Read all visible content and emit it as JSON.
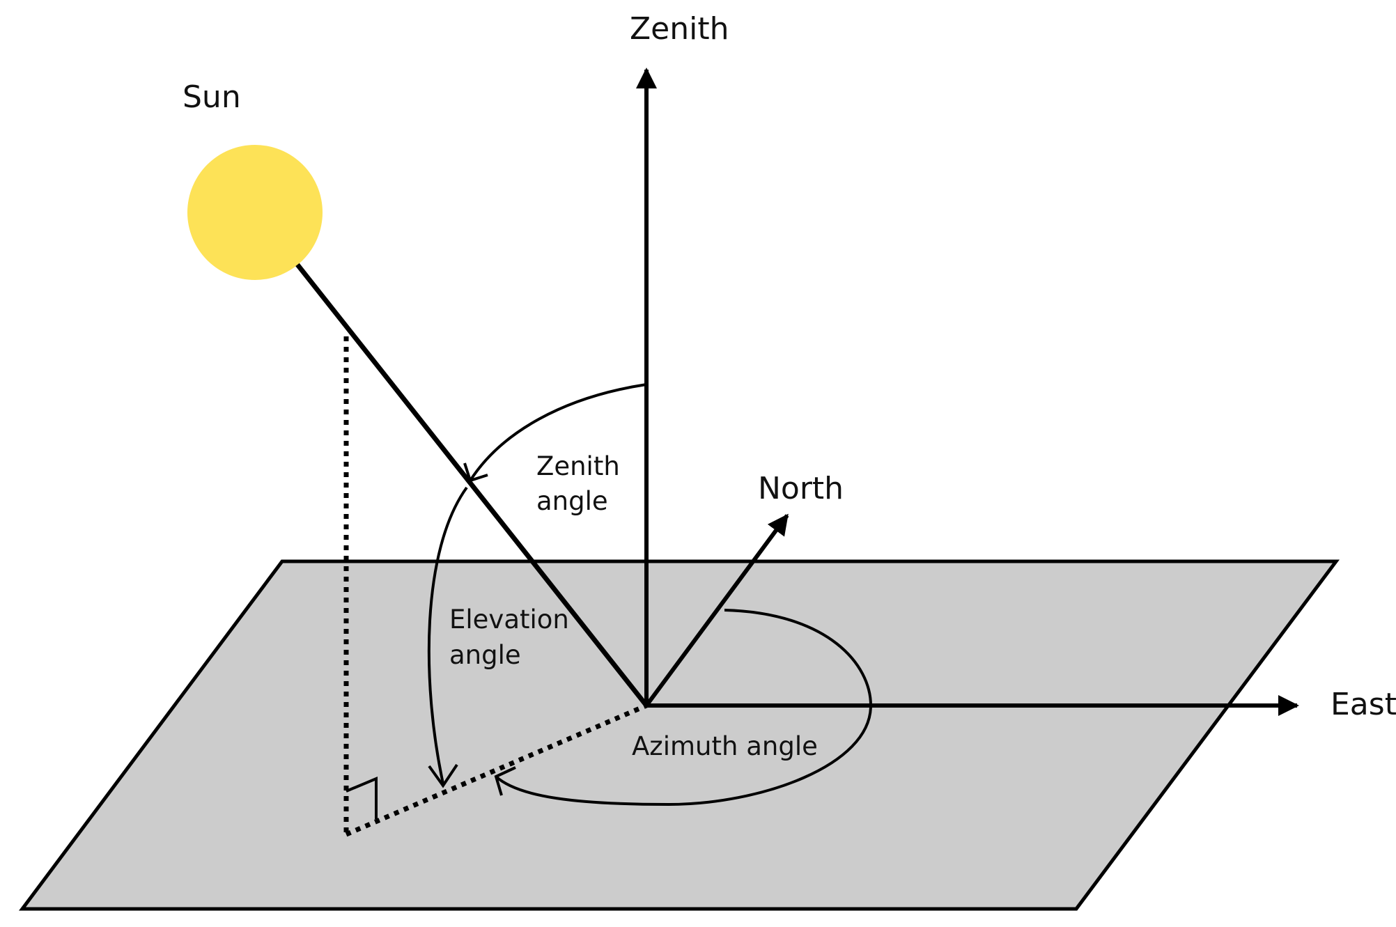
{
  "labels": {
    "sun": "Sun",
    "zenith": "Zenith",
    "north": "North",
    "east": "East",
    "zenith_angle_line1": "Zenith",
    "zenith_angle_line2": "angle",
    "elevation_angle_line1": "Elevation",
    "elevation_angle_line2": "angle",
    "azimuth_angle": "Azimuth angle"
  },
  "colors": {
    "sun_fill": "#fde257",
    "ground_fill": "#cccccc",
    "stroke": "#000000"
  }
}
